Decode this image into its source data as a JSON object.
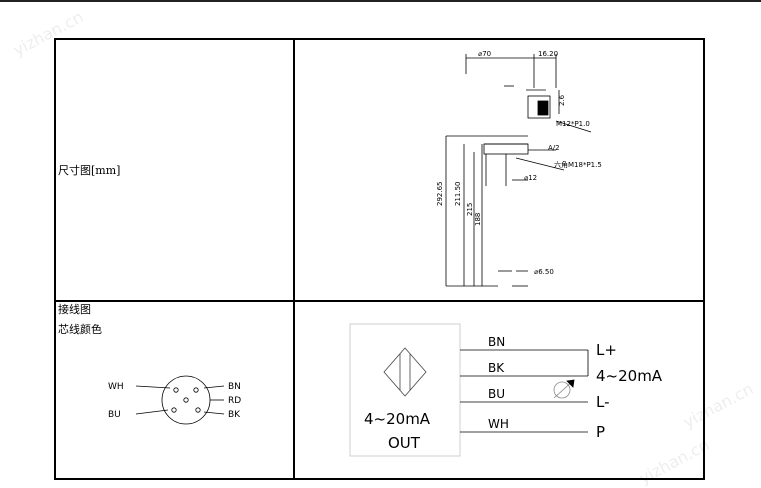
{
  "watermark": {
    "text": "yizhan.cn"
  },
  "dimension_row": {
    "label": "尺寸图[mm]",
    "drawing_labels": {
      "d_top": "⌀70",
      "w_top": "16.20",
      "thread_top": "M12*P1.0",
      "h_small": "2.6",
      "thread_mid": "六角M18*P1.5",
      "h_mid": "⌀12",
      "h_total": "292.65",
      "h_1": "211.50",
      "h_2": "215",
      "h_3": "188",
      "d_bottom": "⌀6.50",
      "angle": "A/2"
    }
  },
  "wiring_row": {
    "label": "接线图",
    "sub_label": "芯线颜色",
    "connector": {
      "left_top": "WH",
      "left_bottom": "BU",
      "right": [
        "BN",
        "RD",
        "BK"
      ]
    },
    "sensor_output": [
      "4~20mA",
      "OUT"
    ],
    "wires": [
      "BN",
      "BK",
      "BU",
      "WH"
    ],
    "terminals": [
      "L+",
      "4~20mA",
      "L-",
      "P"
    ]
  }
}
